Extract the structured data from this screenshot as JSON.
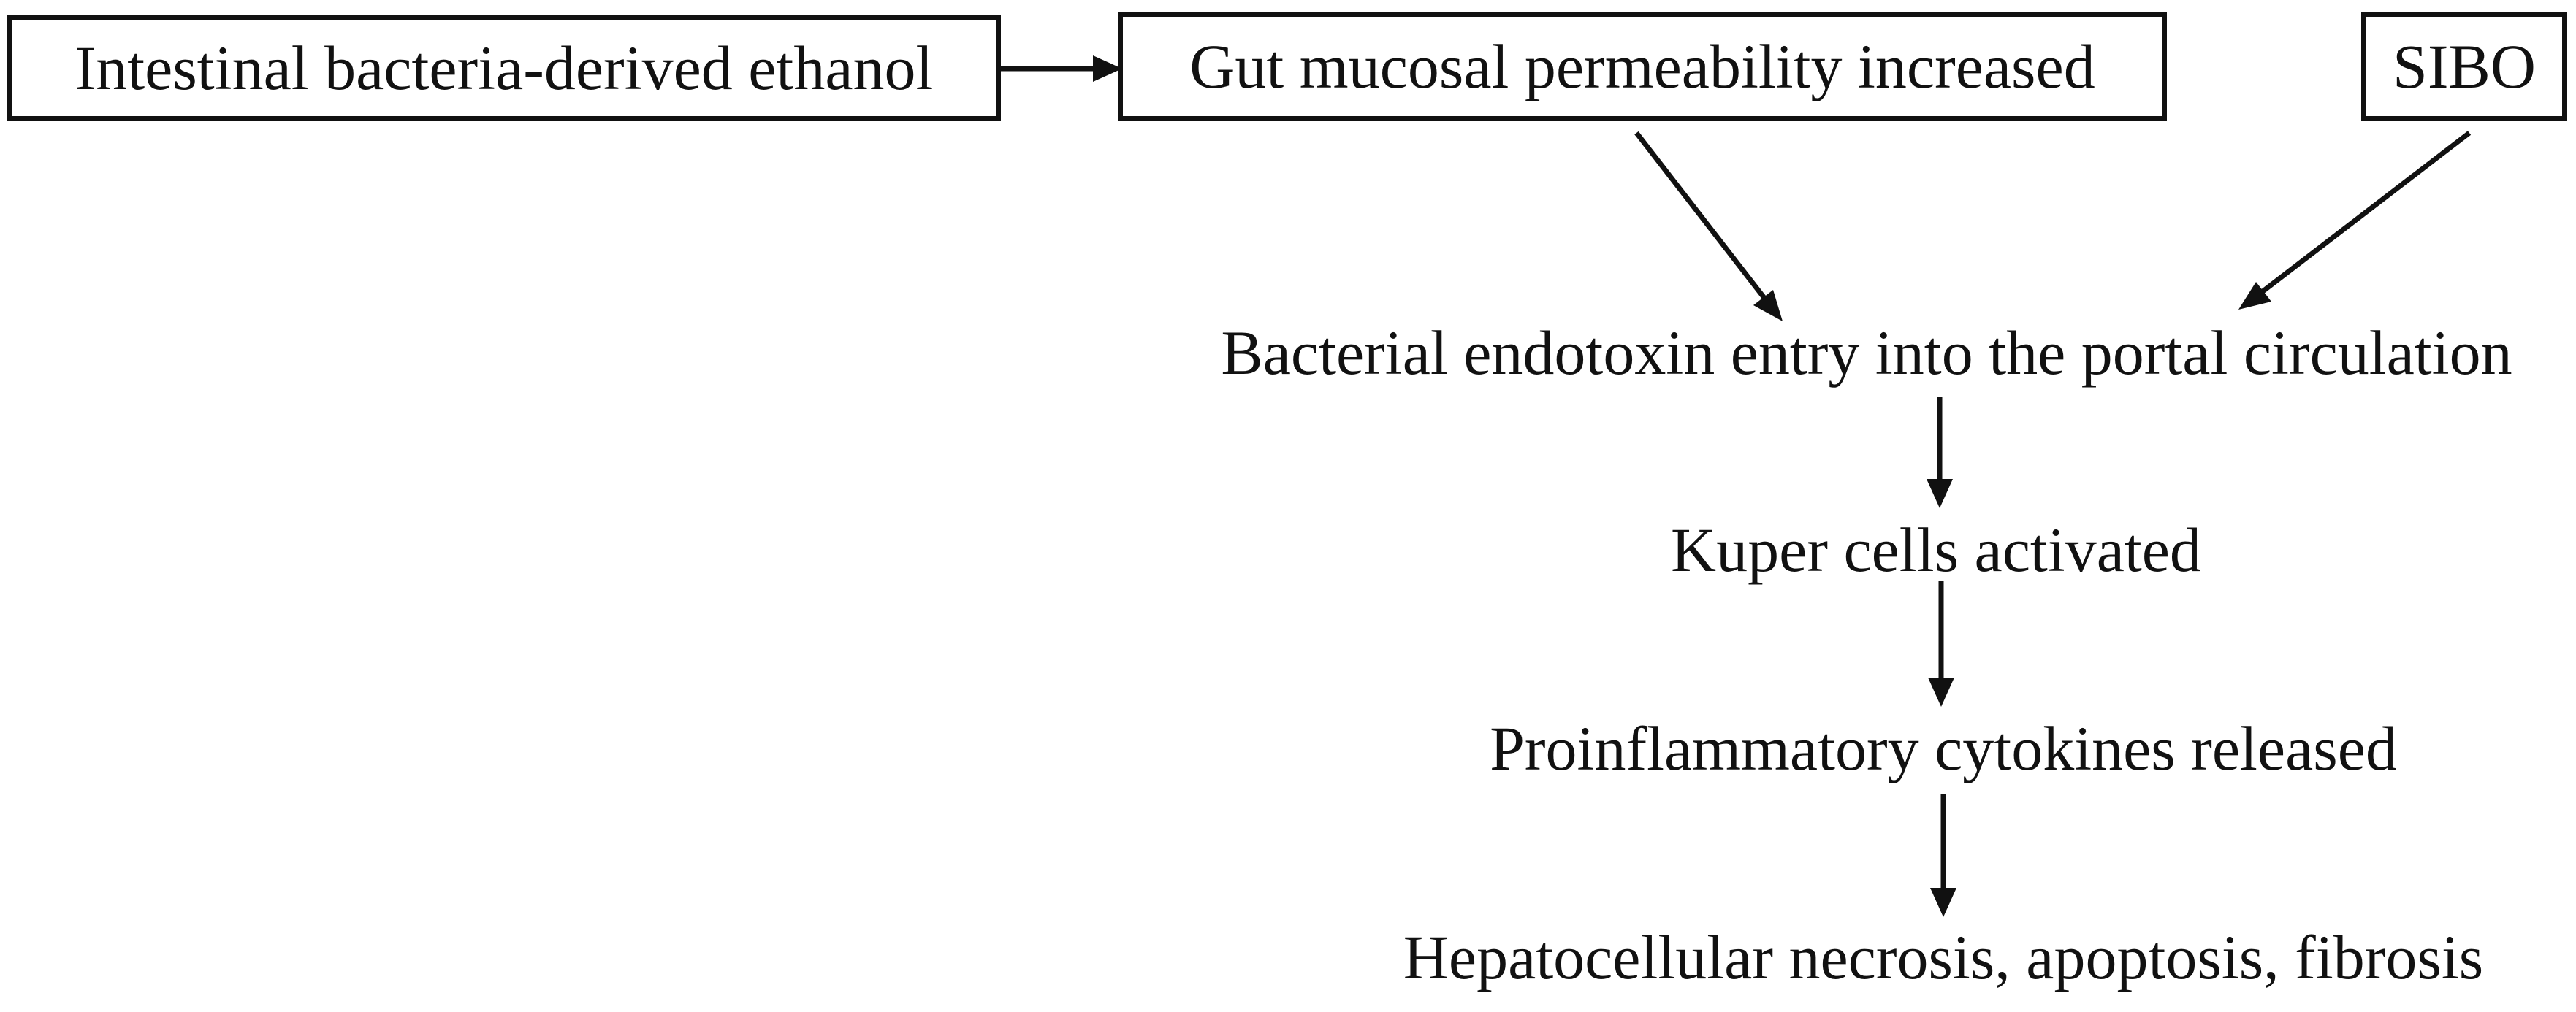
{
  "diagram": {
    "boxes": {
      "ethanol": "Intestinal bacteria-derived ethanol",
      "permeability": "Gut mucosal permeability increased",
      "sibo": "SIBO"
    },
    "steps": {
      "endotoxin": "Bacterial endotoxin entry into the portal circulation",
      "kupffer": "Kuper cells activated",
      "cytokines": "Proinflammatory cytokines released",
      "outcome": "Hepatocellular necrosis, apoptosis, fibrosis"
    },
    "colors": {
      "line": "#111111",
      "background": "#ffffff"
    }
  }
}
